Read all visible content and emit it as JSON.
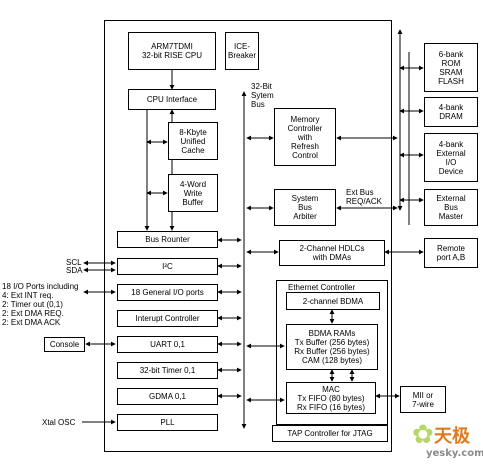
{
  "blocks": {
    "cpu": "ARM7TDMI\n32-bit RISE CPU",
    "ice": "ICE-\nBreaker",
    "cpu_interface": "CPU Interface",
    "cache": "8-Kbyte\nUnified\nCache",
    "write_buffer": "4-Word\nWrite\nBuffer",
    "system_bus_label": "32-Bit\nSytem\nBus",
    "memory_controller": "Memory\nController\nwith\nRefresh\nControl",
    "bus_arbiter": "System\nBus\nArbiter",
    "ext_bus_label": "Ext Bus\nREQ/ACK",
    "bus_router": "Bus Rounter",
    "i2c": "I²C",
    "gpio": "18 General I/O ports",
    "interrupt": "Interupt Controller",
    "uart": "UART 0,1",
    "timer": "32-bit Timer 0,1",
    "gdma": "GDMA 0,1",
    "pll": "PLL",
    "hdlc": "2-Channel HDLCs\nwith DMAs",
    "ethernet_title": "Ethernet Controller",
    "bdma": "2-channel BDMA",
    "bdma_rams": "BDMA RAMs\nTx Buffer (256 bytes)\nRx Buffer (256 bytes)\nCAM (128 bytes)",
    "mac": "MAC\nTx FIFO (80 bytes)\nRx FIFO (16 bytes)",
    "tap": "TAP Controller for JTAG"
  },
  "external": {
    "rom": "6-bank\nROM\nSRAM\nFLASH",
    "dram": "4-bank\nDRAM",
    "io": "4-bank\nExternal\nI/O\nDevice",
    "bus_master": "External\nBus\nMaster",
    "remote": "Remote\nport A,B",
    "mii": "MII or\n7-wire",
    "console": "Console"
  },
  "signals": {
    "scl": "SCL",
    "sda": "SDA",
    "io_lines": "18 I/O Ports including\n4: Ext INT req.\n2: Timer out (0,1)\n2: Ext DMA REQ.\n2: Ext DMA ACK",
    "xtal": "Xtal OSC"
  },
  "watermark": {
    "logo": "天极",
    "site": "yesky.com"
  }
}
